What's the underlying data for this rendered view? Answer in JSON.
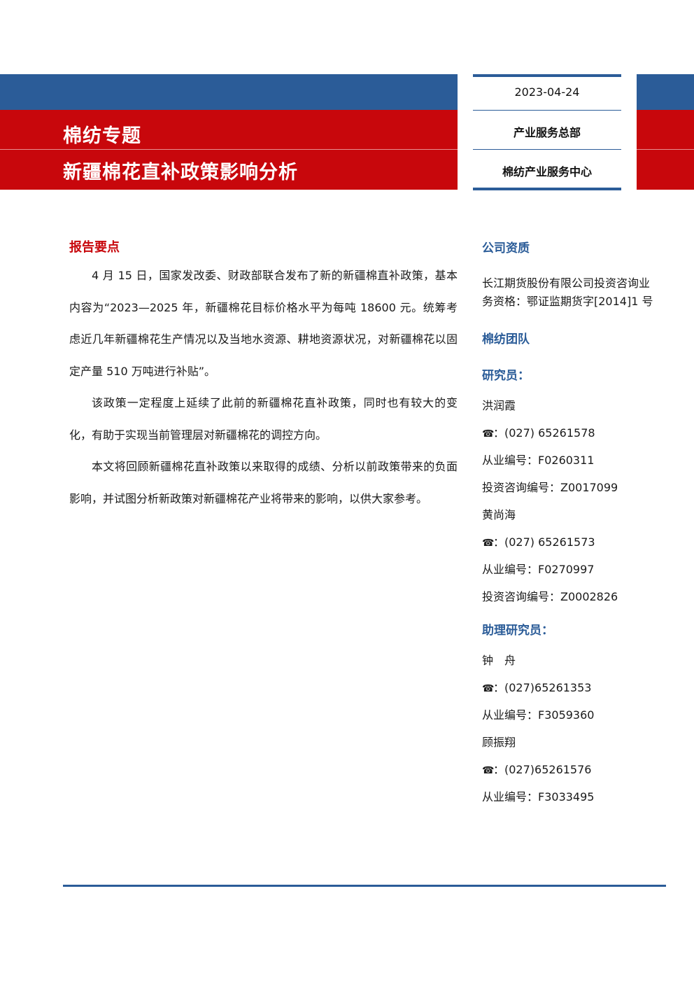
{
  "header": {
    "title_line_1": "棉纺专题",
    "title_line_2": "新疆棉花直补政策影响分析",
    "date": "2023-04-24",
    "dept_1": "产业服务总部",
    "dept_2": "棉纺产业服务中心"
  },
  "main": {
    "section_title": "报告要点",
    "paragraphs": [
      "4 月 15 日，国家发改委、财政部联合发布了新的新疆棉直补政策，基本内容为“2023—2025 年，新疆棉花目标价格水平为每吨 18600 元。统筹考虑近几年新疆棉花生产情况以及当地水资源、耕地资源状况，对新疆棉花以固定产量 510 万吨进行补贴”。",
      "该政策一定程度上延续了此前的新疆棉花直补政策，同时也有较大的变化，有助于实现当前管理层对新疆棉花的调控方向。",
      "本文将回顾新疆棉花直补政策以来取得的成绩、分析以前政策带来的负面影响，并试图分析新政策对新疆棉花产业将带来的影响，以供大家参考。"
    ]
  },
  "sidebar": {
    "qualification_title": "公司资质",
    "qualification_line_1": "长江期货股份有限公司投资咨询业",
    "qualification_line_2": "务资格：鄂证监期货字[2014]1 号",
    "team_title": "棉纺团队",
    "researcher_title": "研究员：",
    "assistant_title": "助理研究员：",
    "phone_icon": "phone-icon",
    "researchers": [
      {
        "name": "洪润霞",
        "phone": "：(027) 65261578",
        "license": "从业编号：F0260311",
        "advisory": "投资咨询编号：Z0017099"
      },
      {
        "name": "黄尚海",
        "phone": "：(027) 65261573",
        "license": "从业编号：F0270997",
        "advisory": "投资咨询编号：Z0002826"
      }
    ],
    "assistants": [
      {
        "name": "钟　舟",
        "phone": "：(027)65261353",
        "license": "从业编号：F3059360"
      },
      {
        "name": "顾振翔",
        "phone": "：(027)65261576",
        "license": "从业编号：F3033495"
      }
    ]
  },
  "colors": {
    "brand_red": "#c8070c",
    "brand_blue": "#2b5c98"
  }
}
